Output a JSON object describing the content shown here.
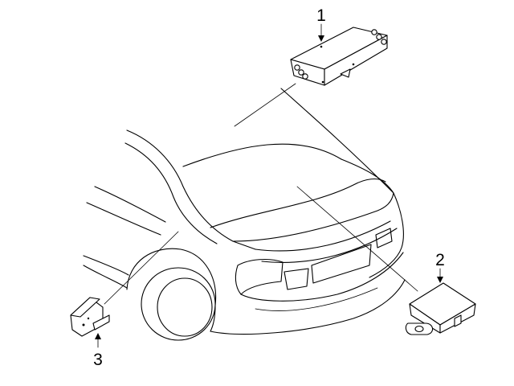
{
  "callouts": [
    {
      "id": "1",
      "label": "1"
    },
    {
      "id": "2",
      "label": "2"
    },
    {
      "id": "3",
      "label": "3"
    }
  ],
  "colors": {
    "line": "#000000",
    "background": "#ffffff"
  },
  "icons": [
    "arrow-down-icon",
    "arrow-up-icon"
  ]
}
